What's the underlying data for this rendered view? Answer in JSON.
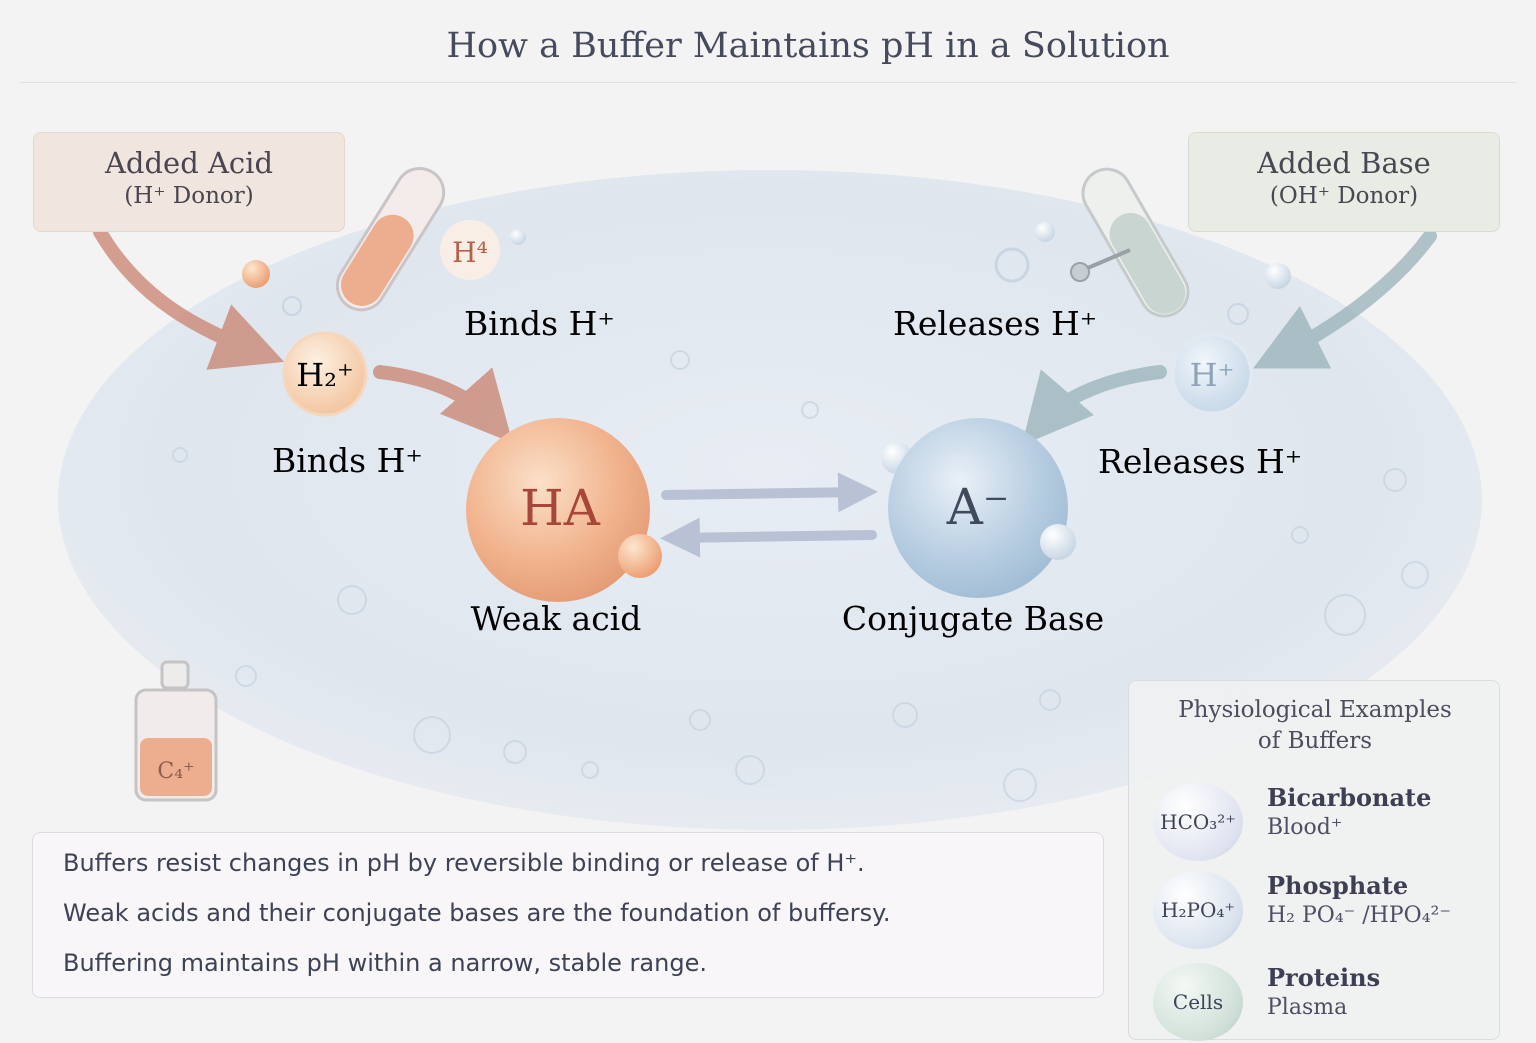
{
  "title": "How a Buffer Maintains pH in a Solution",
  "acid_callout": {
    "line1": "Added Acid",
    "line2": "(H⁺ Donor)"
  },
  "base_callout": {
    "line1": "Added Base",
    "line2": "(OH⁺ Donor)"
  },
  "labels": {
    "binds_top": "Binds H⁺",
    "binds_left": "Binds H⁺",
    "releases_top": "Releases H⁺",
    "releases_right": "Releases H⁺",
    "weak_acid": "Weak acid",
    "conjugate_base": "Conjugate Base"
  },
  "molecules": {
    "ha": "HA",
    "a_minus": "A⁻",
    "h2_plus": "H₂⁺",
    "h4_plus": "H⁴",
    "h_plus_right": "H⁺",
    "bottle_label": "C₄⁺"
  },
  "notes": [
    "Buffers resist changes in pH by reversible binding or release of H⁺.",
    "Weak acids and their conjugate bases are the foundation of buffersy.",
    "Buffering maintains pH within a narrow, stable range."
  ],
  "examples": {
    "title_line1": "Physiological Examples",
    "title_line2": "of Buffers",
    "items": [
      {
        "badge": "HCO₃²⁺",
        "name": "Bicarbonate",
        "sub": "Blood⁺",
        "color": "#dfe3f0"
      },
      {
        "badge": "H₂PO₄⁺",
        "name": "Phosphate",
        "sub": "H₂ PO₄⁻ /HPO₄²⁻",
        "color": "#d9e2ee"
      },
      {
        "badge": "Cells",
        "name": "Proteins",
        "sub": "Plasma",
        "color": "#cfe0d8"
      }
    ]
  },
  "colors": {
    "acid": "#e9a07a",
    "base": "#a9c3dc",
    "arrow_acid": "#c8826e",
    "arrow_base": "#98b2b8"
  }
}
